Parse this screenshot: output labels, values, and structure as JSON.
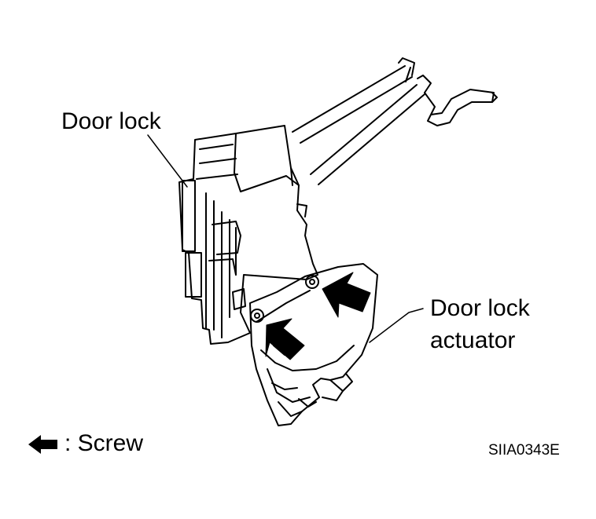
{
  "labels": {
    "door_lock": "Door lock",
    "actuator_line1": "Door lock",
    "actuator_line2": "actuator",
    "legend_text": ": Screw",
    "figure_code": "SIIA0343E"
  },
  "icons": {
    "screw_marker": "filled-arrow-icon"
  },
  "colors": {
    "ink": "#000000",
    "paper": "#ffffff"
  }
}
